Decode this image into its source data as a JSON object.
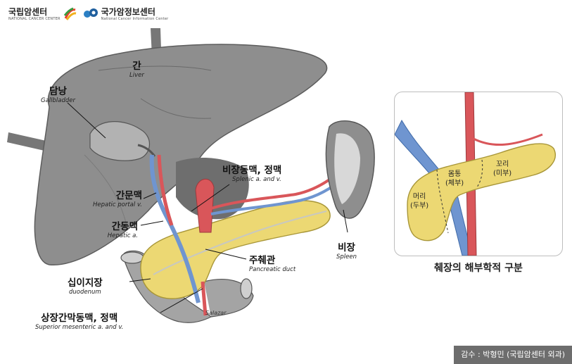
{
  "logos": {
    "ncc_name": "국립암센터",
    "ncc_sub": "NATIONAL CANCER CENTER",
    "ncic_name": "국가암정보센터",
    "ncic_sub": "National Cancer Information Center"
  },
  "labels": {
    "liver": {
      "ko": "간",
      "en": "Liver"
    },
    "gallbladder": {
      "ko": "담낭",
      "en": "Gallbladder"
    },
    "splenic": {
      "ko": "비장동맥, 정맥",
      "en": "Splenic a. and v."
    },
    "portal": {
      "ko": "간문맥",
      "en": "Hepatic portal v."
    },
    "hepatic_a": {
      "ko": "간동맥",
      "en": "Hepatic a."
    },
    "pancreatic_duct": {
      "ko": "주췌관",
      "en": "Pancreatic duct"
    },
    "spleen": {
      "ko": "비장",
      "en": "Spleen"
    },
    "duodenum": {
      "ko": "십이지장",
      "en": "duodenum"
    },
    "sma": {
      "ko": "상장간막동맥, 정맥",
      "en": "Superior mesenteric a. and v."
    }
  },
  "inset": {
    "head": {
      "ko": "머리",
      "hanja": "(두부)"
    },
    "body": {
      "ko": "몸통",
      "hanja": "(체부)"
    },
    "tail": {
      "ko": "꼬리",
      "hanja": "(미부)"
    },
    "caption": "췌장의 해부학적 구분"
  },
  "signature": "Salazar",
  "credit": "감수 : 박형민 (국립암센터 외과)",
  "colors": {
    "artery": "#d9565a",
    "vein": "#6f95d0",
    "pancreas": "#ecd873",
    "organ": "#8e8e8e"
  }
}
